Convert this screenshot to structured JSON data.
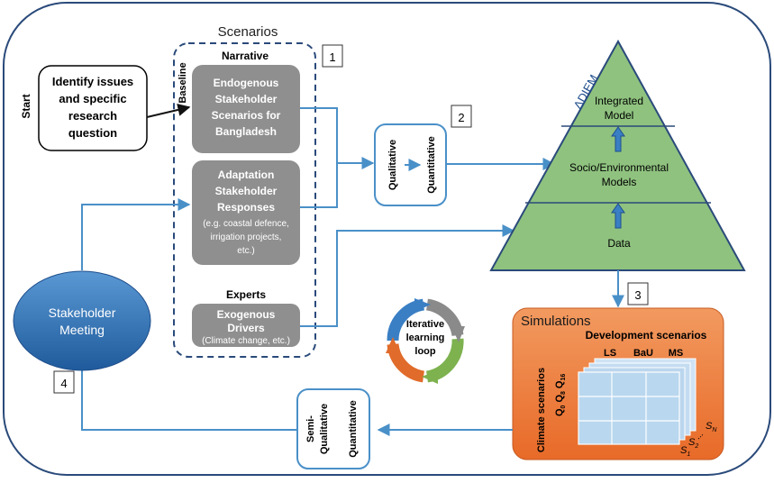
{
  "scenarios": {
    "title": "Scenarios",
    "narrative": "Narrative",
    "baseline": "Baseline",
    "experts": "Experts",
    "endogenous": [
      "Endogenous",
      "Stakeholder",
      "Scenarios for",
      "Bangladesh"
    ],
    "adaptation": [
      "Adaptation",
      "Stakeholder",
      "Responses"
    ],
    "adaptation_examples": [
      "(e.g. coastal defence,",
      "irrigation projects,",
      "etc.)"
    ],
    "exogenous": "Exogenous",
    "exogenous_drivers": "Drivers",
    "exogenous_examples": "(Climate change, etc.)"
  },
  "start": {
    "label": "Start",
    "box": [
      "Identify issues",
      "and specific",
      "research",
      "question"
    ]
  },
  "steps": [
    "1",
    "2",
    "3",
    "4"
  ],
  "converter": {
    "qualitative": "Qualitative",
    "quantitative": "Quantitative"
  },
  "pyramid": {
    "title": "ΔDIEM",
    "levels": [
      "Integrated",
      "Model",
      "Socio/Environmental",
      "Models",
      "Data"
    ]
  },
  "stakeholder": [
    "Stakeholder",
    "Meeting"
  ],
  "loop": [
    "Iterative",
    "learning",
    "loop"
  ],
  "simulations": {
    "title": "Simulations",
    "development": "Development scenarios",
    "dev_cols": [
      "LS",
      "BaU",
      "MS"
    ],
    "climate": "Climate scenarios",
    "q_labels": [
      "Q",
      "0",
      "Q",
      "8",
      "Q",
      "16"
    ],
    "s_labels": [
      "S",
      "1",
      "S",
      "2",
      "S",
      "N",
      "..."
    ]
  },
  "output": {
    "semi": "Semi-",
    "qualitative": "Qualitative",
    "quantitative": "Quantitative"
  },
  "colors": {
    "line": "#4a90c8",
    "frame": "#2a4a7a",
    "grey_box": "#8f8f8f",
    "pyramid": "#8fc27f",
    "orange": "#ee7a3a",
    "ellipse": "#2f6fb0",
    "grid": "#b9d7ef"
  }
}
